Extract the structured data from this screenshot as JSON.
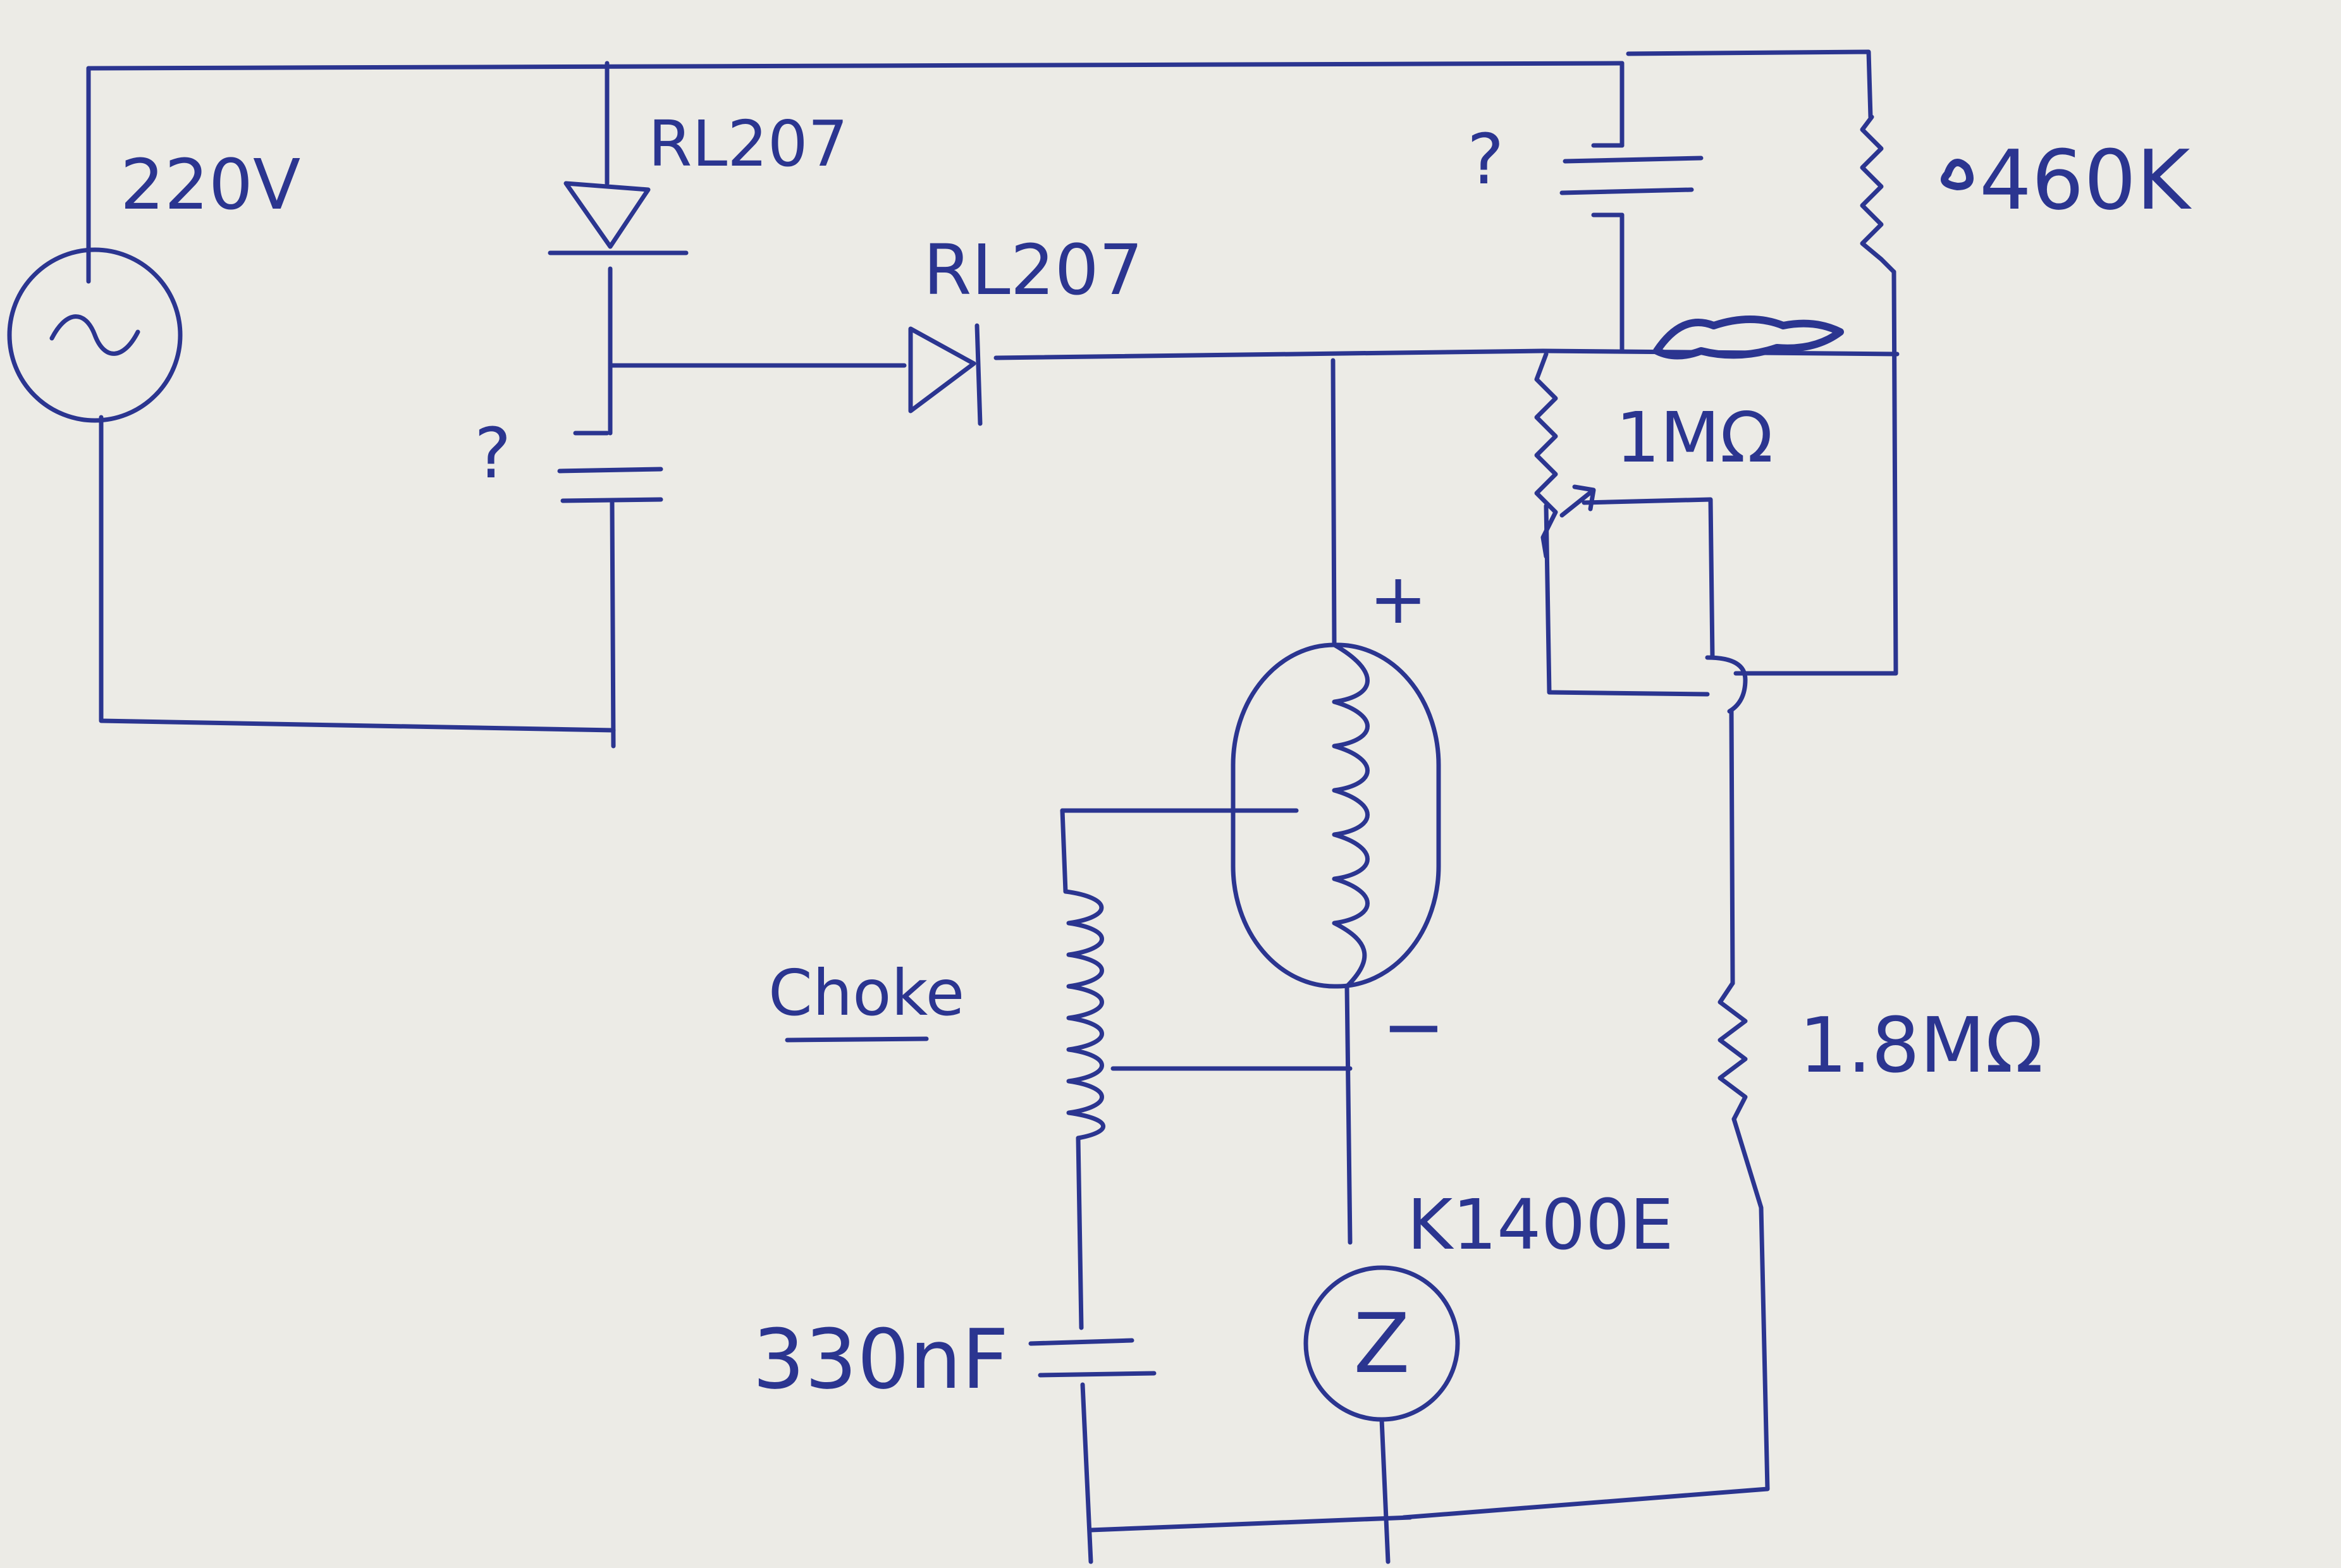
{
  "colors": {
    "ink": "#2b3590",
    "paper": "#ecebe6"
  },
  "labels": {
    "source_voltage": "220V",
    "diode_top": "RL207",
    "diode_mid": "RL207",
    "cap_left": "?",
    "cap_right": "?",
    "resistor_top": "460K",
    "pot": "1MΩ",
    "resistor_bottom": "1.8MΩ",
    "choke": "Choke",
    "cap_bottom": "330nF",
    "zener": "K1400E",
    "zener_letter": "Z",
    "plus": "+",
    "minus": "−"
  },
  "icons": {
    "ac_source": "sine-wave-icon"
  }
}
